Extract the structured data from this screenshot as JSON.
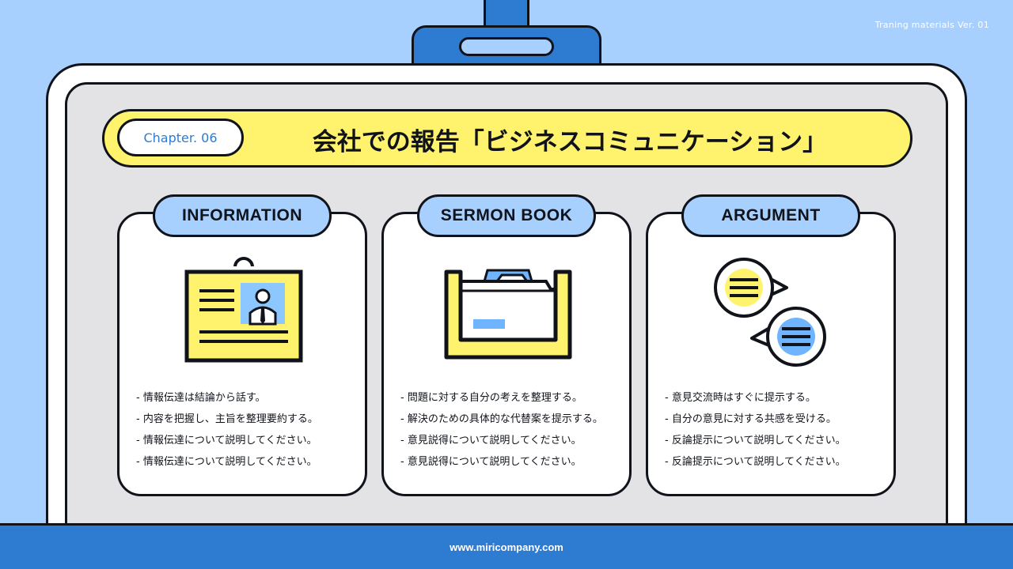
{
  "version_label": "Traning materials Ver. 01",
  "chapter": "Chapter. 06",
  "title": "会社での報告「ビジネスコミュニケーション」",
  "colors": {
    "background": "#a8d0ff",
    "accent_blue": "#2e7bd2",
    "accent_yellow": "#fff36e",
    "panel_gray": "#e3e3e6"
  },
  "panels": [
    {
      "heading": "INFORMATION",
      "icon": "id-card-icon",
      "items": [
        "- 情報伝達は結論から話す。",
        "- 内容を把握し、主旨を整理要約する。",
        "- 情報伝達について説明してください。",
        "- 情報伝達について説明してください。"
      ]
    },
    {
      "heading": "SERMON BOOK",
      "icon": "file-drawer-icon",
      "items": [
        "- 問題に対する自分の考えを整理する。",
        "- 解決のための具体的な代替案を提示する。",
        "- 意見説得について説明してください。",
        "- 意見説得について説明してください。"
      ]
    },
    {
      "heading": "ARGUMENT",
      "icon": "chat-bubbles-icon",
      "items": [
        "- 意見交流時はすぐに提示する。",
        "- 自分の意見に対する共感を受ける。",
        "- 反論提示について説明してください。",
        "- 反論提示について説明してください。"
      ]
    }
  ],
  "footer_url": "www.miricompany.com"
}
